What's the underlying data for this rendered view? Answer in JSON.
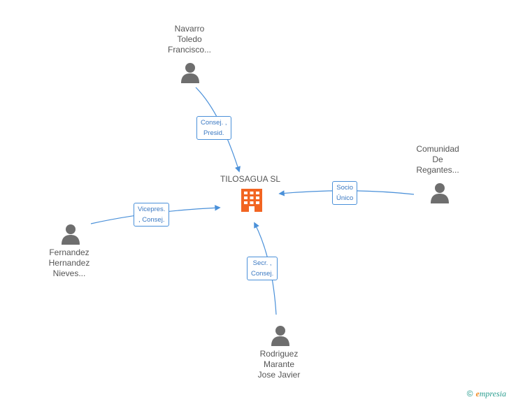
{
  "company": {
    "name": "TILOSAGUA SL",
    "icon": "building-icon",
    "color": "#f26522"
  },
  "people": [
    {
      "id": "navarro",
      "lines": [
        "Navarro",
        "Toledo",
        "Francisco..."
      ],
      "icon": "person-icon"
    },
    {
      "id": "comunidad",
      "lines": [
        "Comunidad",
        "De",
        "Regantes..."
      ],
      "icon": "person-icon"
    },
    {
      "id": "fernandez",
      "lines": [
        "Fernandez",
        "Hernandez",
        "Nieves..."
      ],
      "icon": "person-icon"
    },
    {
      "id": "rodriguez",
      "lines": [
        "Rodriguez",
        "Marante",
        "Jose Javier"
      ],
      "icon": "person-icon"
    }
  ],
  "relations": [
    {
      "from": "navarro",
      "lines": [
        "Consej. ,",
        "Presid."
      ]
    },
    {
      "from": "comunidad",
      "lines": [
        "Socio",
        "Único"
      ]
    },
    {
      "from": "fernandez",
      "lines": [
        "Vicepres.",
        ", Consej."
      ]
    },
    {
      "from": "rodriguez",
      "lines": [
        "Secr. ,",
        "Consej."
      ]
    }
  ],
  "colors": {
    "edge": "#4a90d9",
    "person": "#6e6e6e",
    "text": "#555555"
  },
  "footer": {
    "copyright": "©",
    "brand_initial": "e",
    "brand_rest": "mpresia"
  }
}
